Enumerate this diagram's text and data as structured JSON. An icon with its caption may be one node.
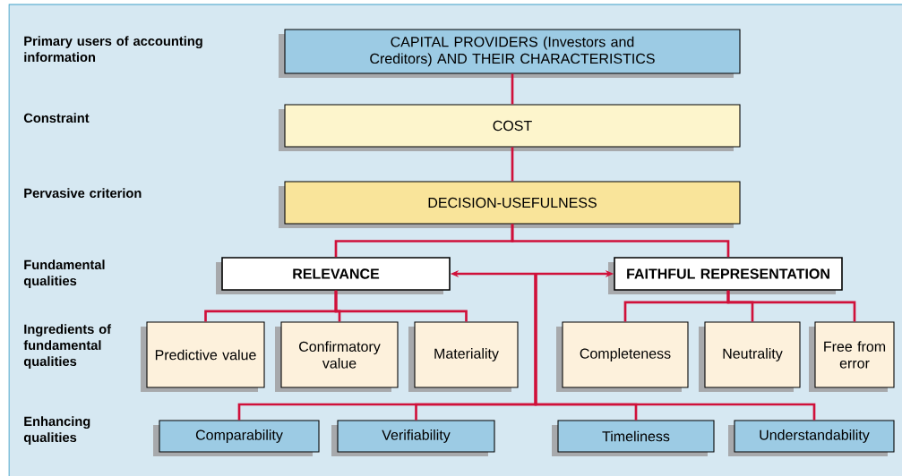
{
  "diagram": {
    "nodes": [
      {
        "text": [
          "CAPITAL PROVIDERS (Investors and Creditors) AND THEIR CHARACTERISTICS"
        ]
      },
      {
        "text": [
          "COST"
        ]
      },
      {
        "text": [
          "DECISION-USEFULNESS"
        ]
      },
      {
        "text": [
          "RELEVANCE"
        ]
      },
      {
        "text": [
          "FAITHFUL REPRESENTATION"
        ]
      },
      {
        "text": [
          "Predictive value"
        ]
      },
      {
        "text": [
          "Confirmatory value"
        ]
      },
      {
        "text": [
          "Materiality"
        ]
      },
      {
        "text": [
          "Completeness"
        ]
      },
      {
        "text": [
          "Neutrality"
        ]
      },
      {
        "text": [
          "Free from error"
        ]
      },
      {
        "text": [
          "Comparability"
        ]
      },
      {
        "text": [
          "Verifiability"
        ]
      },
      {
        "text": [
          "Timeliness"
        ]
      },
      {
        "text": [
          "Understandability"
        ]
      }
    ],
    "edges": [
      {
        "from": 0,
        "to": 1,
        "arrow": "none"
      },
      {
        "from": 1,
        "to": 2,
        "arrow": "none"
      },
      {
        "from": 2,
        "to": 3,
        "arrow": "none"
      },
      {
        "from": 2,
        "to": 4,
        "arrow": "none"
      },
      {
        "from": 3,
        "to": 4,
        "arrow": "both"
      },
      {
        "from": 3,
        "to": 5,
        "arrow": "none"
      },
      {
        "from": 3,
        "to": 6,
        "arrow": "none"
      },
      {
        "from": 3,
        "to": 7,
        "arrow": "none"
      },
      {
        "from": 4,
        "to": 8,
        "arrow": "none"
      },
      {
        "from": 4,
        "to": 9,
        "arrow": "none"
      },
      {
        "from": 4,
        "to": 10,
        "arrow": "none"
      },
      {
        "from": null,
        "to": 11,
        "arrow": "none"
      },
      {
        "from": null,
        "to": 12,
        "arrow": "none"
      },
      {
        "from": null,
        "to": 13,
        "arrow": "none"
      },
      {
        "from": null,
        "to": 14,
        "arrow": "none"
      }
    ],
    "labels": [
      "Primary users of accounting information",
      "Constraint",
      "Pervasive criterion",
      "Fundamental qualities",
      "Ingredients of fundamental qualities",
      "Enhancing qualities"
    ]
  }
}
